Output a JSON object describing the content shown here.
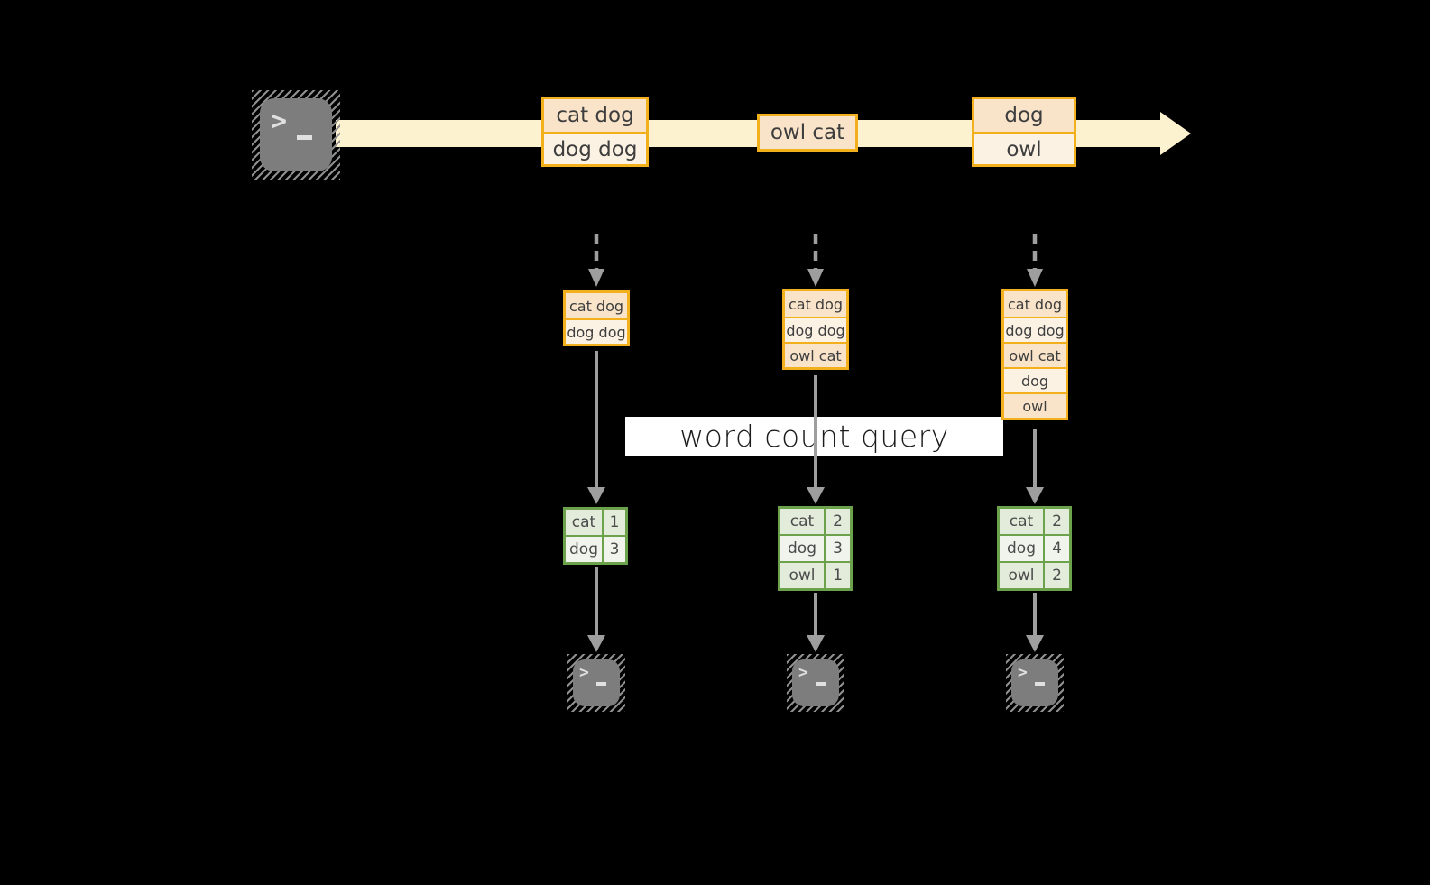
{
  "query_label": "word count query",
  "icons": {
    "terminal_prompt": ">"
  },
  "colors": {
    "background": "#000000",
    "stream_fill": "#fdf2cf",
    "amber_border": "#f2b01d",
    "peach_dark": "#f9e4ca",
    "peach_light": "#fcf2e4",
    "green_border": "#6ca24c",
    "green_dark": "#e3ecdb",
    "green_light": "#f0f4ec",
    "arrow_gray": "#9e9e9e",
    "terminal_gray": "#7d7d7d",
    "label_bg": "#ffffff",
    "text_dark": "#3e3e3e"
  },
  "stream": {
    "messages": [
      {
        "lines": [
          "cat dog",
          "dog dog"
        ]
      },
      {
        "lines": [
          "owl cat"
        ]
      },
      {
        "lines": [
          "dog",
          "owl"
        ]
      }
    ]
  },
  "columns": [
    {
      "state": [
        "cat dog",
        "dog dog"
      ],
      "counts": [
        {
          "word": "cat",
          "count": "1"
        },
        {
          "word": "dog",
          "count": "3"
        }
      ]
    },
    {
      "state": [
        "cat dog",
        "dog dog",
        "owl cat"
      ],
      "counts": [
        {
          "word": "cat",
          "count": "2"
        },
        {
          "word": "dog",
          "count": "3"
        },
        {
          "word": "owl",
          "count": "1"
        }
      ]
    },
    {
      "state": [
        "cat dog",
        "dog dog",
        "owl cat",
        "dog",
        "owl"
      ],
      "counts": [
        {
          "word": "cat",
          "count": "2"
        },
        {
          "word": "dog",
          "count": "4"
        },
        {
          "word": "owl",
          "count": "2"
        }
      ]
    }
  ]
}
